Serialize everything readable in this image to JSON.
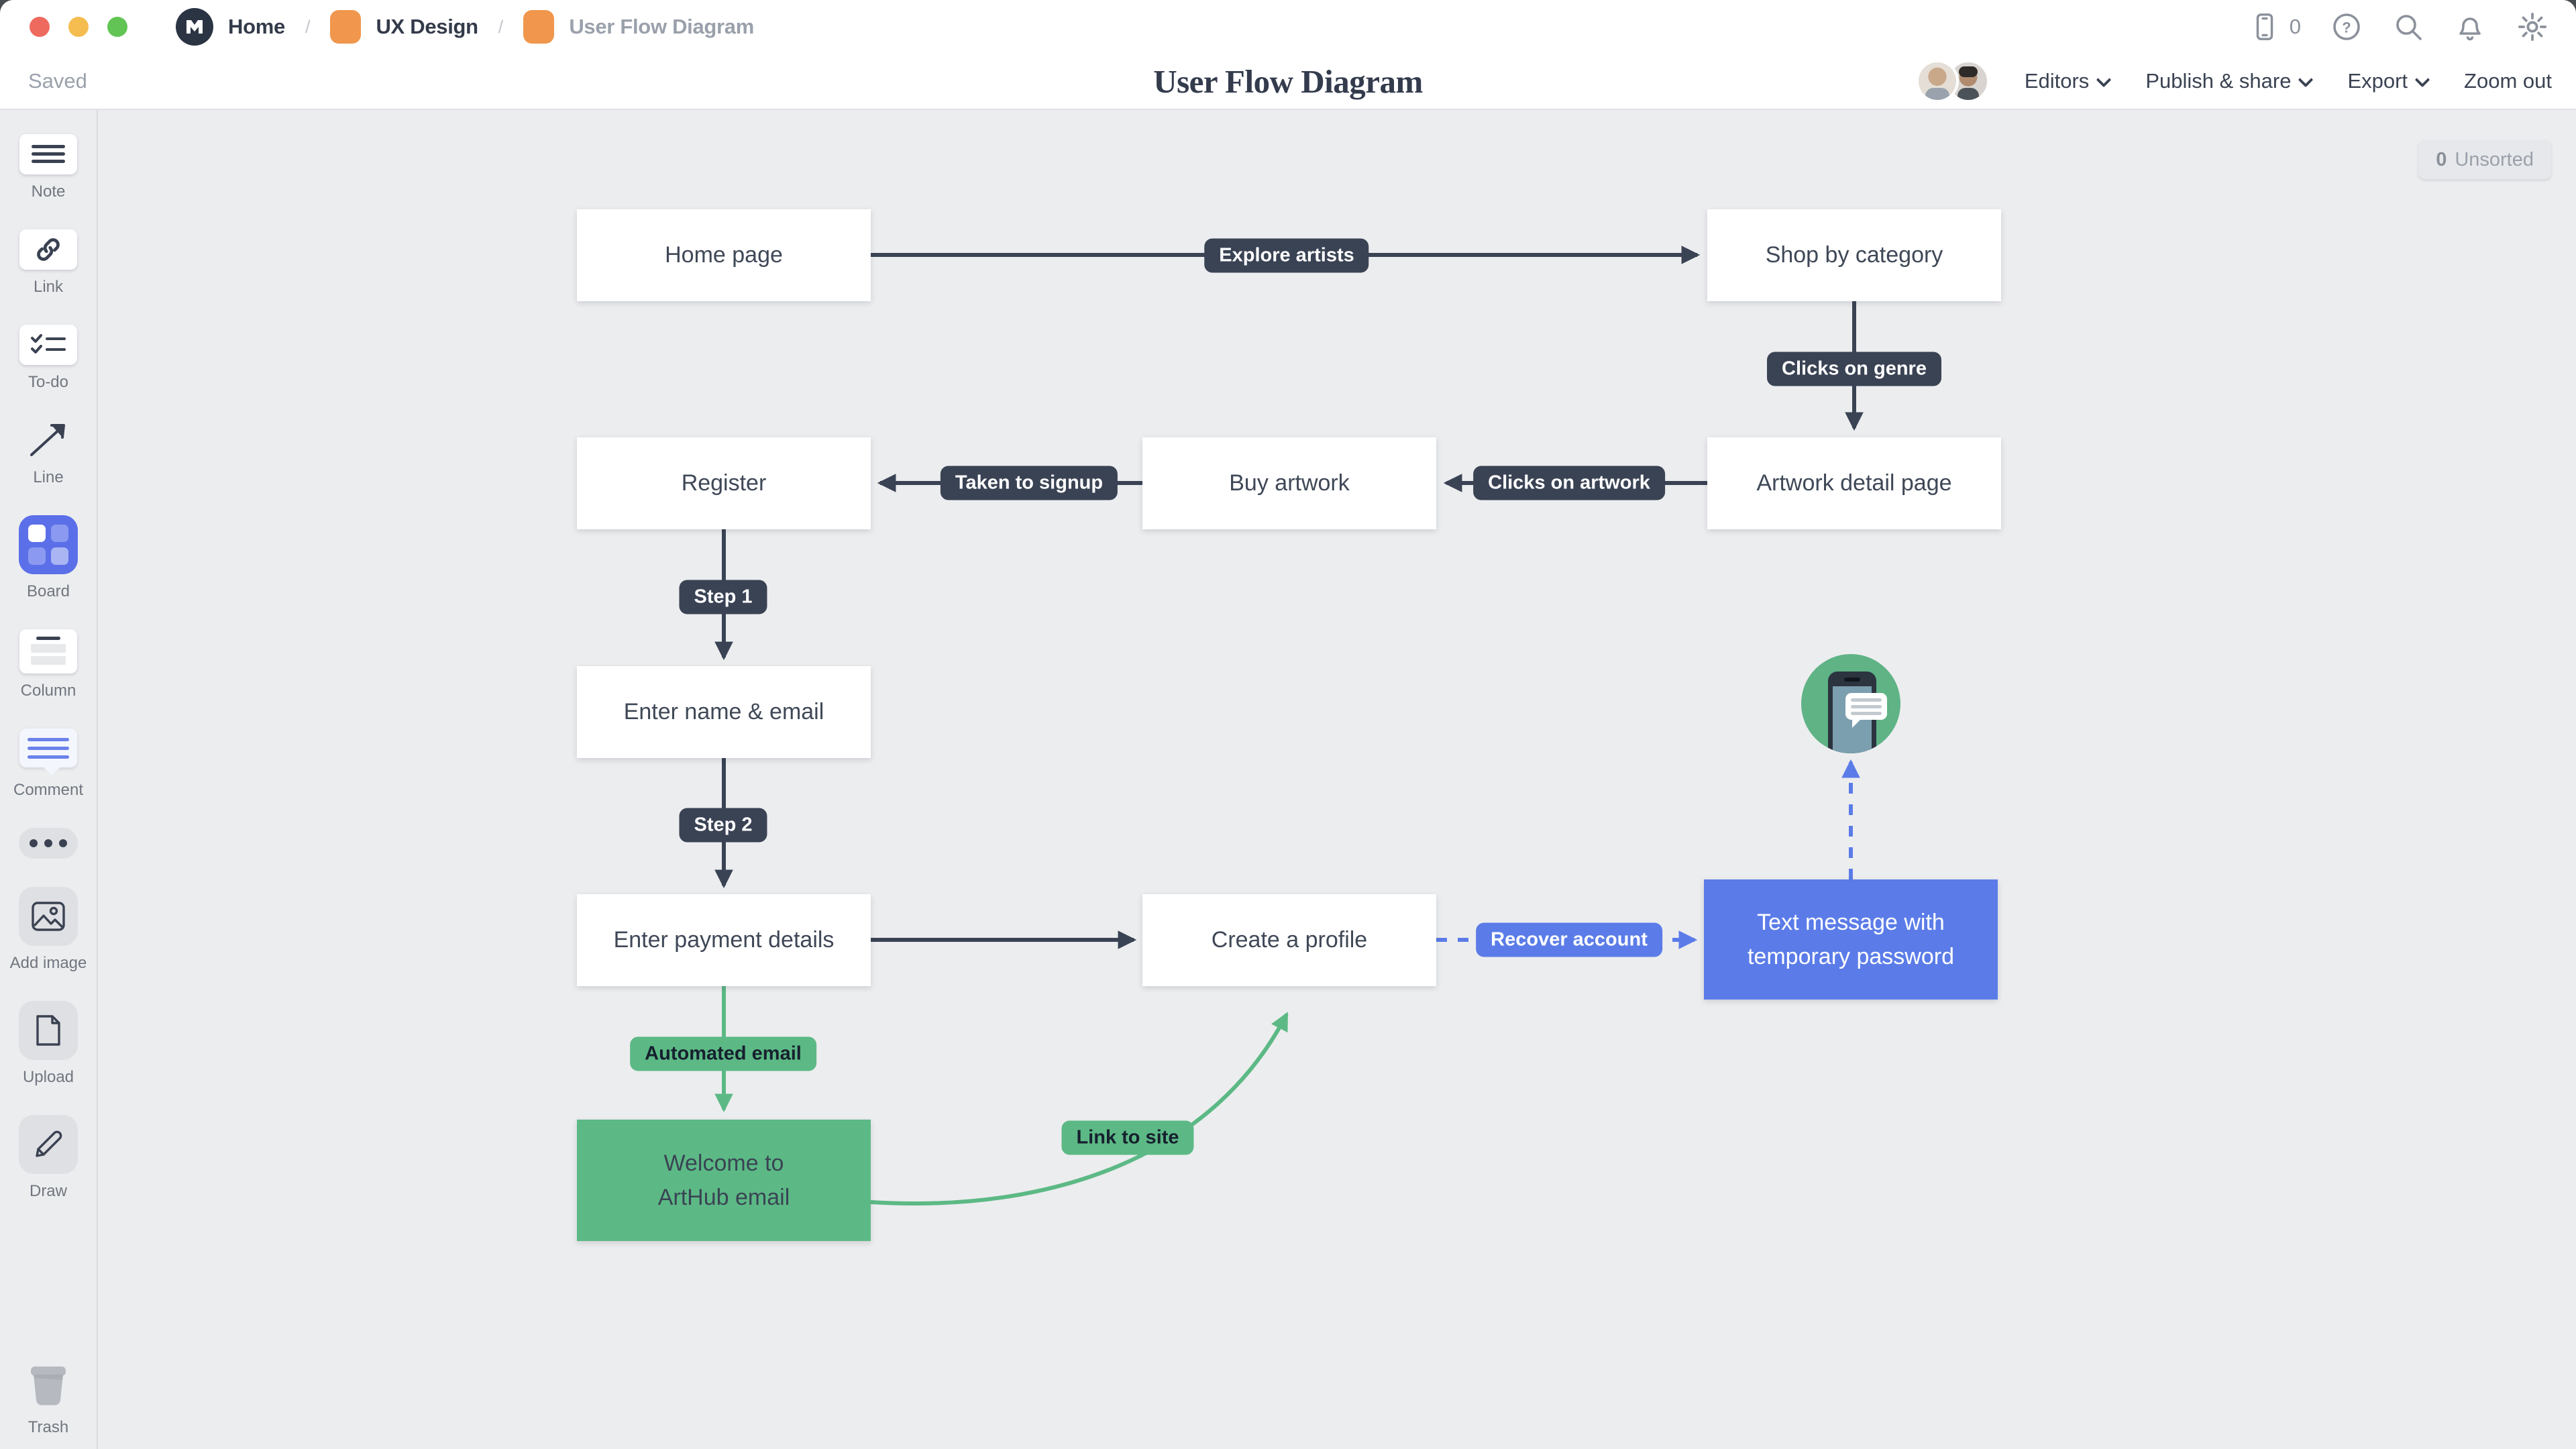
{
  "topbar": {
    "breadcrumb": [
      {
        "label": "Home"
      },
      {
        "label": "UX Design"
      },
      {
        "label": "User Flow Diagram"
      }
    ],
    "mobile_count": "0",
    "help_glyph": "?"
  },
  "header": {
    "status": "Saved",
    "title": "User Flow Diagram",
    "actions": [
      {
        "label": "Editors"
      },
      {
        "label": "Publish & share"
      },
      {
        "label": "Export"
      },
      {
        "label": "Zoom out"
      }
    ]
  },
  "sidebar": {
    "items": [
      {
        "label": "Note"
      },
      {
        "label": "Link"
      },
      {
        "label": "To-do"
      },
      {
        "label": "Line"
      },
      {
        "label": "Board"
      },
      {
        "label": "Column"
      },
      {
        "label": "Comment"
      },
      {
        "label": "Add image"
      },
      {
        "label": "Upload"
      },
      {
        "label": "Draw"
      },
      {
        "label": "Trash"
      }
    ]
  },
  "canvas": {
    "unsorted_badge": {
      "count": "0",
      "label": "Unsorted"
    },
    "nodes": [
      {
        "id": "home-page",
        "label": "Home page",
        "color": "white"
      },
      {
        "id": "shop-by-category",
        "label": "Shop by category",
        "color": "white"
      },
      {
        "id": "register",
        "label": "Register",
        "color": "white"
      },
      {
        "id": "buy-artwork",
        "label": "Buy artwork",
        "color": "white"
      },
      {
        "id": "artwork-detail-page",
        "label": "Artwork detail page",
        "color": "white"
      },
      {
        "id": "enter-name-email",
        "label": "Enter name & email",
        "color": "white"
      },
      {
        "id": "enter-payment-details",
        "label": "Enter payment details",
        "color": "white"
      },
      {
        "id": "create-a-profile",
        "label": "Create a profile",
        "color": "white"
      },
      {
        "id": "text-message",
        "label": "Text message with\ntemporary password",
        "color": "blue"
      },
      {
        "id": "welcome-email",
        "label": "Welcome to\nArtHub email",
        "color": "green"
      }
    ],
    "edges": [
      {
        "from": "home-page",
        "to": "shop-by-category",
        "label": "Explore artists",
        "style": "solid-dark"
      },
      {
        "from": "shop-by-category",
        "to": "artwork-detail-page",
        "label": "Clicks on genre",
        "style": "solid-dark"
      },
      {
        "from": "artwork-detail-page",
        "to": "buy-artwork",
        "label": "Clicks on artwork",
        "style": "solid-dark"
      },
      {
        "from": "buy-artwork",
        "to": "register",
        "label": "Taken to signup",
        "style": "solid-dark"
      },
      {
        "from": "register",
        "to": "enter-name-email",
        "label": "Step 1",
        "style": "solid-dark"
      },
      {
        "from": "enter-name-email",
        "to": "enter-payment-details",
        "label": "Step 2",
        "style": "solid-dark"
      },
      {
        "from": "enter-payment-details",
        "to": "create-a-profile",
        "label": "",
        "style": "solid-dark"
      },
      {
        "from": "create-a-profile",
        "to": "text-message",
        "label": "Recover account",
        "style": "dashed-blue"
      },
      {
        "from": "text-message",
        "to": "phone-illustration",
        "label": "",
        "style": "dashed-blue"
      },
      {
        "from": "enter-payment-details",
        "to": "welcome-email",
        "label": "Automated email",
        "style": "solid-green"
      },
      {
        "from": "welcome-email",
        "to": "create-a-profile",
        "label": "Link to site",
        "style": "solid-green"
      }
    ],
    "edge_labels": {
      "explore_artists": "Explore artists",
      "clicks_on_genre": "Clicks on genre",
      "clicks_on_artwork": "Clicks on artwork",
      "taken_to_signup": "Taken to signup",
      "step_1": "Step 1",
      "step_2": "Step 2",
      "recover_account": "Recover account",
      "automated_email": "Automated email",
      "link_to_site": "Link to site"
    },
    "colors": {
      "accent_blue": "#5b7ce8",
      "accent_green": "#5cb985",
      "dark_slate": "#3a4354",
      "canvas_bg": "#ecedef",
      "orange_board_icon": "#f0974d"
    }
  }
}
